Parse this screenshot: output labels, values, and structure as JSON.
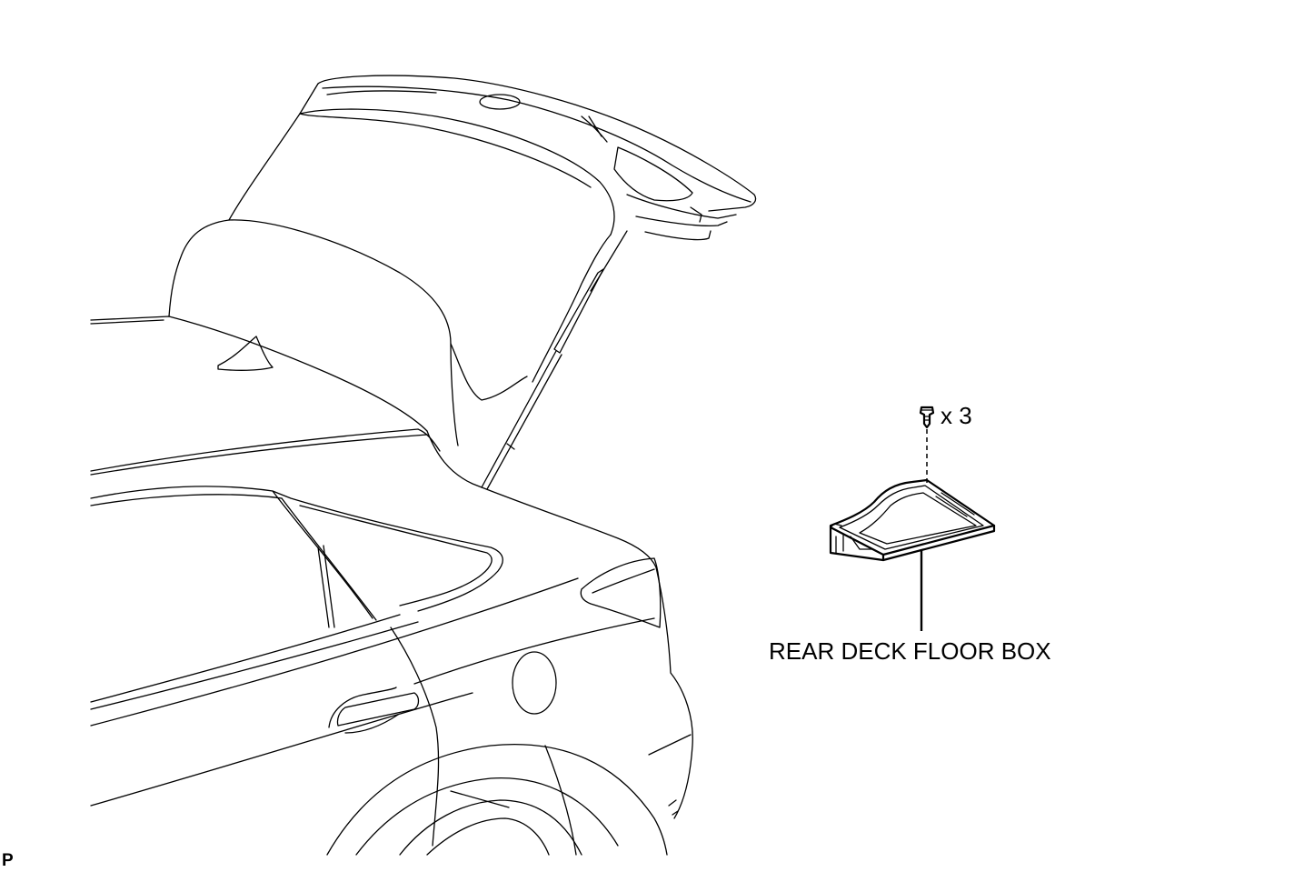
{
  "diagram": {
    "part_label": "REAR DECK FLOOR BOX",
    "clip_quantity": "x 3",
    "illustration_code": "P"
  },
  "colors": {
    "line": "#000000",
    "background": "#ffffff"
  },
  "icons": {
    "clip": "clip-icon"
  }
}
